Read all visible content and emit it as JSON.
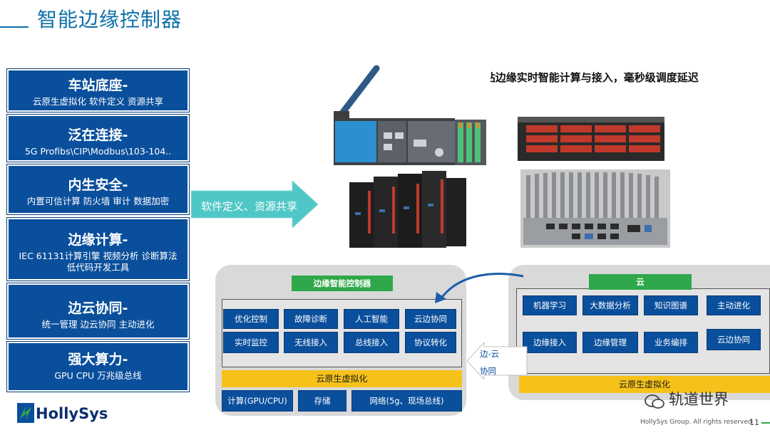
{
  "header": {
    "title": "智能边缘控制器"
  },
  "features": [
    {
      "title": "车站底座-",
      "desc": "云原生虚拟化 软件定义 资源共享"
    },
    {
      "title": "泛在连接-",
      "desc": "5G Profibs\\CIP\\Modbus\\103-104.."
    },
    {
      "title": "内生安全-",
      "desc": "内置可信计算 防火墙 审计 数据加密"
    },
    {
      "title": "边缘计算-",
      "desc": "IEC 61131计算引擎 视频分析 诊断算法",
      "desc2": "低代码开发工具"
    },
    {
      "title": "边云协同-",
      "desc": "统一管理 边云协同 主动进化"
    },
    {
      "title": "强大算力-",
      "desc": "GPU CPU 万兆级总线"
    }
  ],
  "arrow_label": "软件定义、资源共享",
  "slogan": "车站“底座”，车站边缘实时智能计算与接入，毫秒级调度延迟",
  "edge": {
    "title": "边缘智能控制器",
    "row1": [
      "优化控制",
      "故障诊断",
      "人工智能",
      "云边协同"
    ],
    "row2": [
      "实时监控",
      "无线接入",
      "总线接入",
      "协议转化"
    ],
    "virt": "云原生虚拟化",
    "bottom": [
      "计算(GPU/CPU)",
      "存储",
      "网络(5g、现场总线)"
    ]
  },
  "cloud": {
    "title": "云",
    "row1": [
      "机器学习",
      "大数据分析",
      "知识图谱",
      "主动进化"
    ],
    "row2": [
      "边缘接入",
      "边缘管理",
      "业务编排",
      "云边协同"
    ],
    "virt": "云原生虚拟化"
  },
  "edge_cloud_label": {
    "line1": "边-云",
    "line2": "协同"
  },
  "logo": {
    "text": "HollySys"
  },
  "watermark": "轨道世界",
  "footer": {
    "copyright": "HollySys Group. All rights reserved",
    "page": "11"
  },
  "colors": {
    "primary": "#0a4f9c",
    "green": "#2ea84a",
    "yellow": "#f6c21a",
    "arrow": "#4fc7c6"
  }
}
